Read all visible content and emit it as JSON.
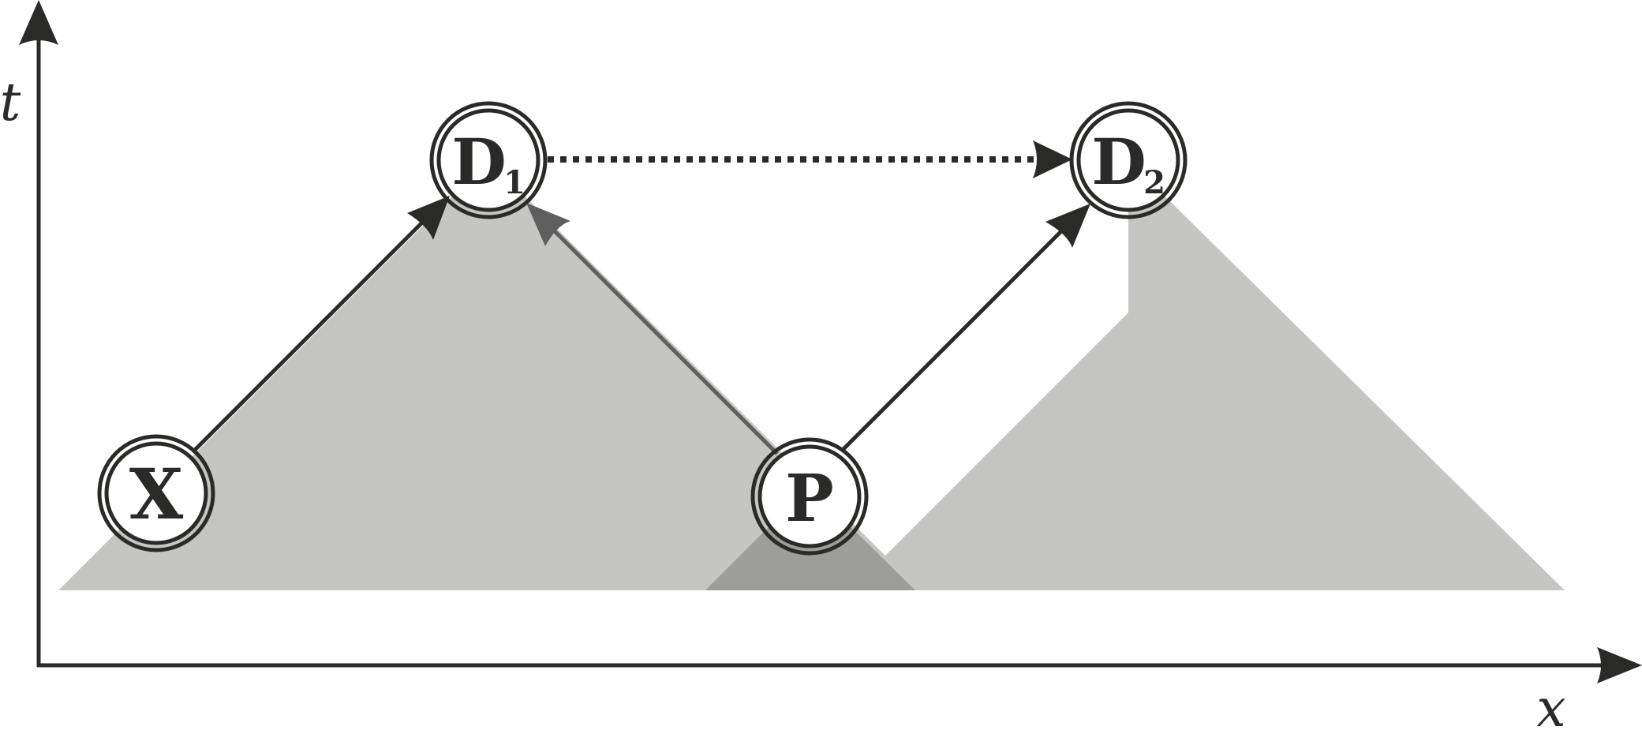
{
  "axes": {
    "x_label": "x",
    "t_label": "t"
  },
  "nodes": {
    "x": {
      "label": "X"
    },
    "d1": {
      "label": "D",
      "subscript": "1"
    },
    "d2": {
      "label": "D",
      "subscript": "2"
    },
    "p": {
      "label": "P"
    }
  },
  "colors": {
    "axis": "#2a2a28",
    "cone_fill": "#c5c5c3",
    "overlap_fill": "#9d9d9b",
    "arrow_dark": "#2a2a28",
    "arrow_gray": "#5f5f5f",
    "node_fill": "#ffffff",
    "node_stroke": "#2a2a28"
  }
}
